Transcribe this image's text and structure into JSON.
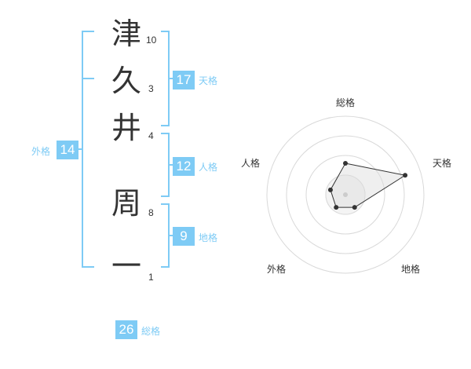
{
  "colors": {
    "accent": "#7ecbf5",
    "bracket": "#7ecbf5",
    "label": "#7ecbf5",
    "text": "#333333",
    "ring": "#d9d9d9",
    "radar_fill": "#eeeeee"
  },
  "name": {
    "characters": [
      {
        "char": "津",
        "strokes": "10"
      },
      {
        "char": "久",
        "strokes": "3"
      },
      {
        "char": "井",
        "strokes": "4"
      },
      {
        "char": "周",
        "strokes": "8"
      },
      {
        "char": "一",
        "strokes": "1"
      }
    ]
  },
  "fortune": {
    "tenkaku": {
      "value": "17",
      "label": "天格"
    },
    "jinkaku": {
      "value": "12",
      "label": "人格"
    },
    "chikaku": {
      "value": "9",
      "label": "地格"
    },
    "gaikaku": {
      "value": "14",
      "label": "外格"
    },
    "soukaku": {
      "value": "26",
      "label": "総格"
    }
  },
  "chart_data": {
    "type": "radar",
    "axes": [
      "総格",
      "天格",
      "地格",
      "外格",
      "人格"
    ],
    "values": [
      2,
      4,
      1,
      1,
      1
    ],
    "max": 5,
    "rings": 4
  }
}
